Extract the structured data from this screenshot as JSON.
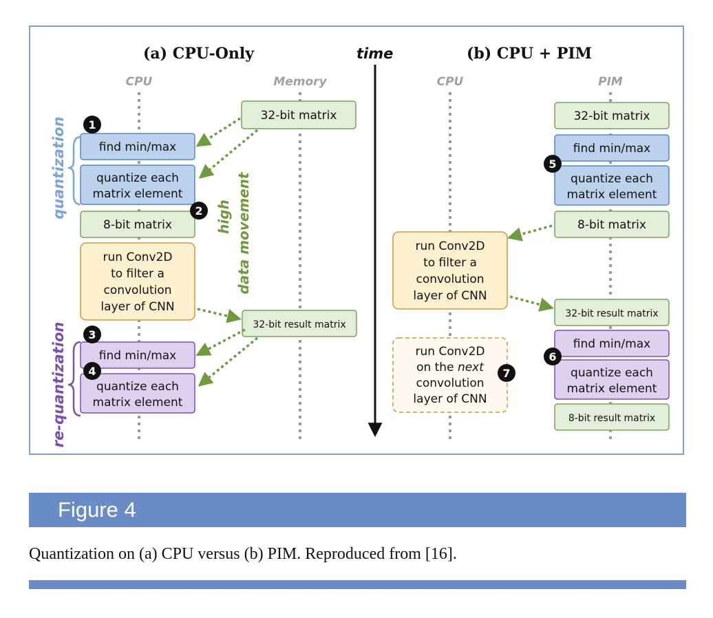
{
  "diagram": {
    "left_title": "(a) CPU-Only",
    "time_label": "time",
    "right_title": "(b) CPU + PIM",
    "lanes": {
      "left_cpu": "CPU",
      "left_memory": "Memory",
      "right_cpu": "CPU",
      "right_pim": "PIM"
    },
    "side_labels": {
      "quantization": "quantization",
      "requantization": "re-quantization",
      "movement_line1": "high",
      "movement_line2": "data movement"
    },
    "badges": [
      "1",
      "2",
      "3",
      "4",
      "5",
      "6",
      "7"
    ],
    "left_boxes": {
      "mem_32bit": "32-bit matrix",
      "find_minmax_1": "find min/max",
      "quantize_1_l1": "quantize each",
      "quantize_1_l2": "matrix element",
      "matrix_8bit": "8-bit matrix",
      "conv_l1": "run Conv2D",
      "conv_l2": "to filter a",
      "conv_l3": "convolution",
      "conv_l4": "layer of CNN",
      "mem_result": "32-bit result matrix",
      "find_minmax_2": "find min/max",
      "quantize_2_l1": "quantize each",
      "quantize_2_l2": "matrix element"
    },
    "right_boxes": {
      "pim_32bit": "32-bit matrix",
      "find_minmax_1": "find min/max",
      "quantize_1_l1": "quantize each",
      "quantize_1_l2": "matrix element",
      "matrix_8bit": "8-bit matrix",
      "conv_l1": "run Conv2D",
      "conv_l2": "to filter a",
      "conv_l3": "convolution",
      "conv_l4": "layer of CNN",
      "result_32bit": "32-bit result matrix",
      "find_minmax_2": "find min/max",
      "quantize_2_l1": "quantize each",
      "quantize_2_l2": "matrix element",
      "result_8bit": "8-bit result matrix",
      "next_l1": "run Conv2D",
      "next_l2a": "on the ",
      "next_l2b": "next",
      "next_l3": "convolution",
      "next_l4": "layer of CNN"
    },
    "colors": {
      "green_fill": "#e3eed8",
      "green_stroke": "#7ba05b",
      "blue_fill": "#bcd2ec",
      "blue_stroke": "#5b86c2",
      "purple_fill": "#ddd1ef",
      "purple_stroke": "#7a4fb3",
      "orange_fill": "#fdf0cf",
      "orange_stroke": "#c99a3d",
      "arrow_green": "#6f9a3e",
      "label_blue": "#7aa5d6",
      "label_purple": "#7a4fb3",
      "label_green": "#6f9a3e"
    }
  },
  "figure": {
    "label": "Figure 4"
  },
  "caption": "Quantization on (a) CPU versus (b) PIM. Reproduced from [16]."
}
